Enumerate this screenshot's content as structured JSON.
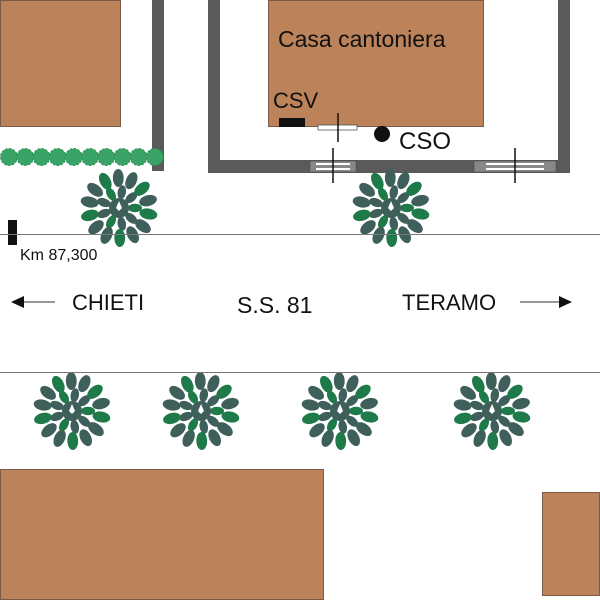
{
  "title": "Planimetria Casa cantoniera S.S. 81",
  "labels": {
    "house": "Casa cantoniera",
    "csv": "CSV",
    "cso": "CSO",
    "km": "Km 87,300",
    "chieti": "CHIETI",
    "road": "S.S. 81",
    "teramo": "TERAMO"
  },
  "colors": {
    "building": "#bc825a",
    "wall": "#5a5a5a",
    "tree_dark": "#3f5f5a",
    "tree_light": "#1f7a4a",
    "hedge": "#3aa366"
  },
  "trees_count": 6,
  "hedge_count": 10
}
